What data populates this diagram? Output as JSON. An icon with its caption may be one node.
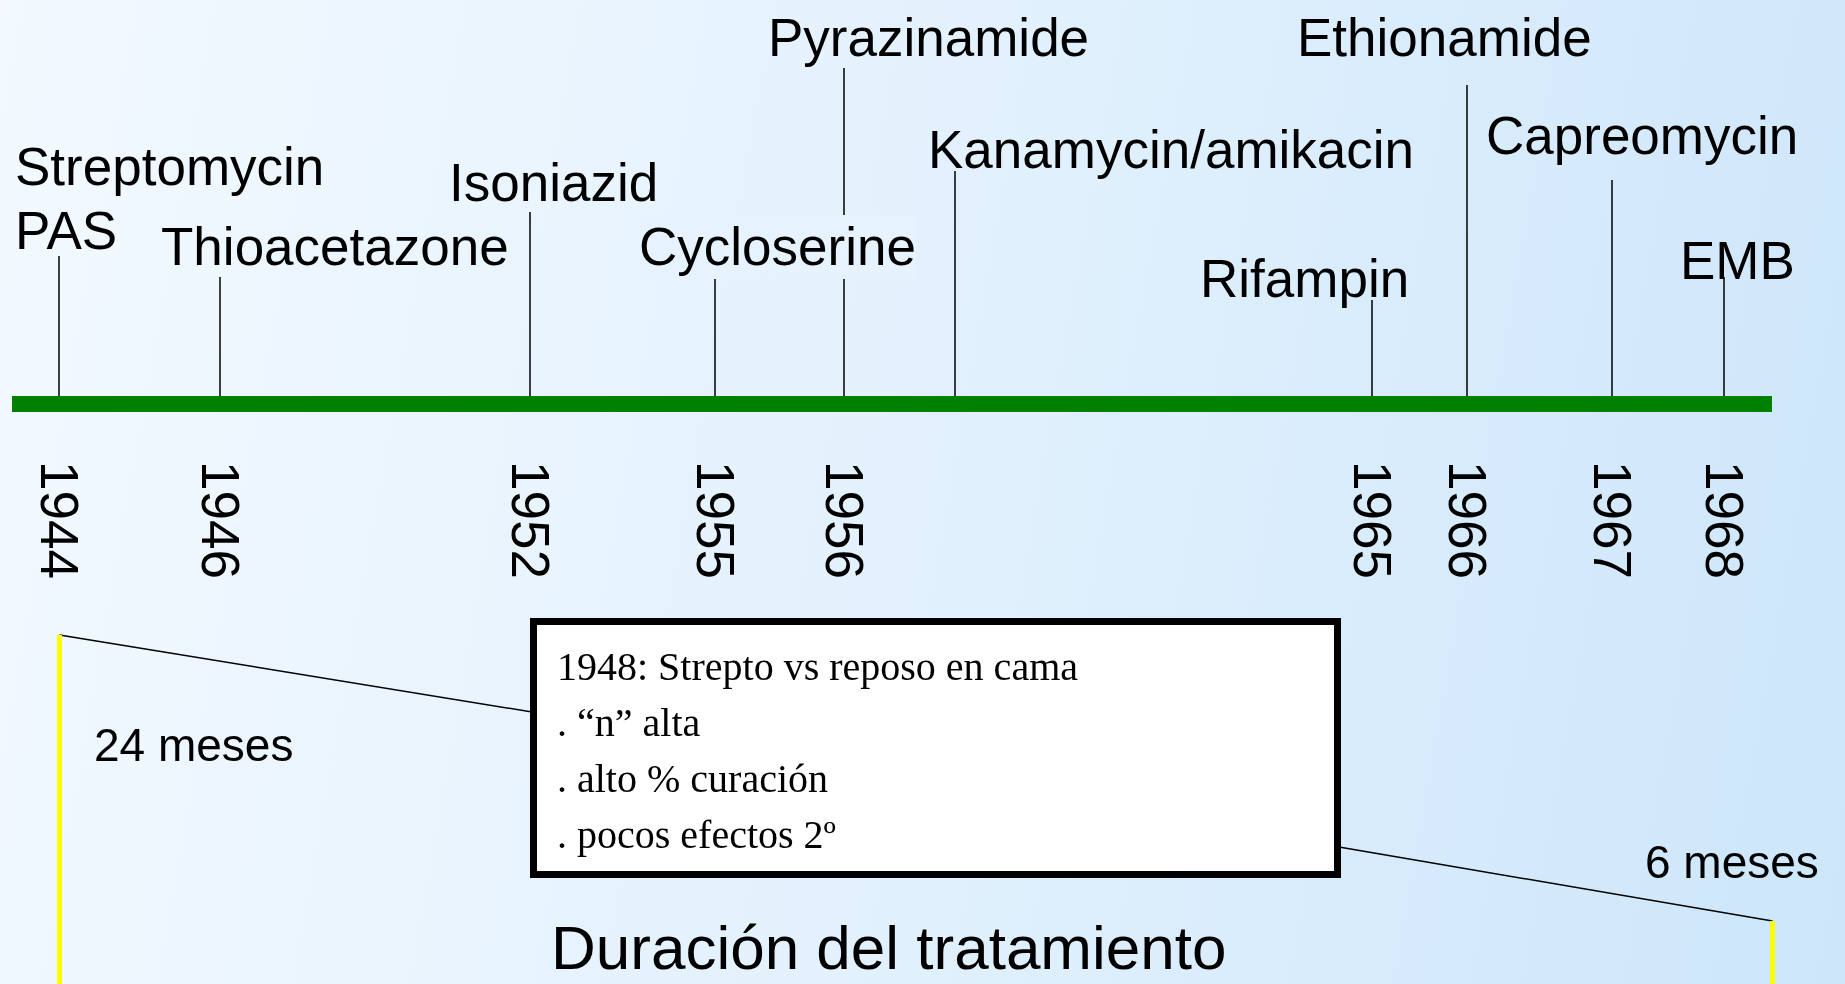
{
  "diagram": {
    "nodes": [
      {
        "text": [
          "Streptomycin",
          "PAS"
        ]
      },
      {
        "text": [
          "Thioacetazone"
        ]
      },
      {
        "text": [
          "Isoniazid"
        ]
      },
      {
        "text": [
          "Pyrazinamide"
        ]
      },
      {
        "text": [
          "Cycloserine"
        ]
      },
      {
        "text": [
          "Kanamycin/amikacin"
        ]
      },
      {
        "text": [
          "Rifampin"
        ]
      },
      {
        "text": [
          "Ethionamide"
        ]
      },
      {
        "text": [
          "Capreomycin"
        ]
      },
      {
        "text": [
          "EMB"
        ]
      },
      {
        "text": [],
        "shape": "bar"
      },
      {
        "text": [
          "1948: Strepto vs reposo en cama",
          ". “n” alta",
          ". alto % curación",
          ". pocos efectos 2º"
        ]
      },
      {
        "text": [],
        "shape": "bar",
        "beside": [
          "24 meses"
        ]
      },
      {
        "text": [],
        "shape": "bar",
        "beside": [
          "6 meses"
        ]
      }
    ],
    "edges": [
      {
        "from": 0,
        "to": 10,
        "arrow": "none"
      },
      {
        "from": 1,
        "to": 10,
        "arrow": "none"
      },
      {
        "from": 2,
        "to": 10,
        "arrow": "none"
      },
      {
        "from": 3,
        "to": 10,
        "arrow": "none"
      },
      {
        "from": 4,
        "to": 10,
        "arrow": "none"
      },
      {
        "from": 5,
        "to": 10,
        "arrow": "none"
      },
      {
        "from": 6,
        "to": 10,
        "arrow": "none"
      },
      {
        "from": 7,
        "to": 10,
        "arrow": "none"
      },
      {
        "from": 8,
        "to": 10,
        "arrow": "none"
      },
      {
        "from": 9,
        "to": 10,
        "arrow": "none"
      },
      {
        "from": 11,
        "to": 12,
        "arrow": "none"
      },
      {
        "from": 11,
        "to": 13,
        "arrow": "none"
      }
    ],
    "labels": [
      "1944",
      "1946",
      "1952",
      "1955",
      "1956",
      "1965",
      "1966",
      "1967",
      "1968",
      "Duración del tratamiento"
    ]
  }
}
